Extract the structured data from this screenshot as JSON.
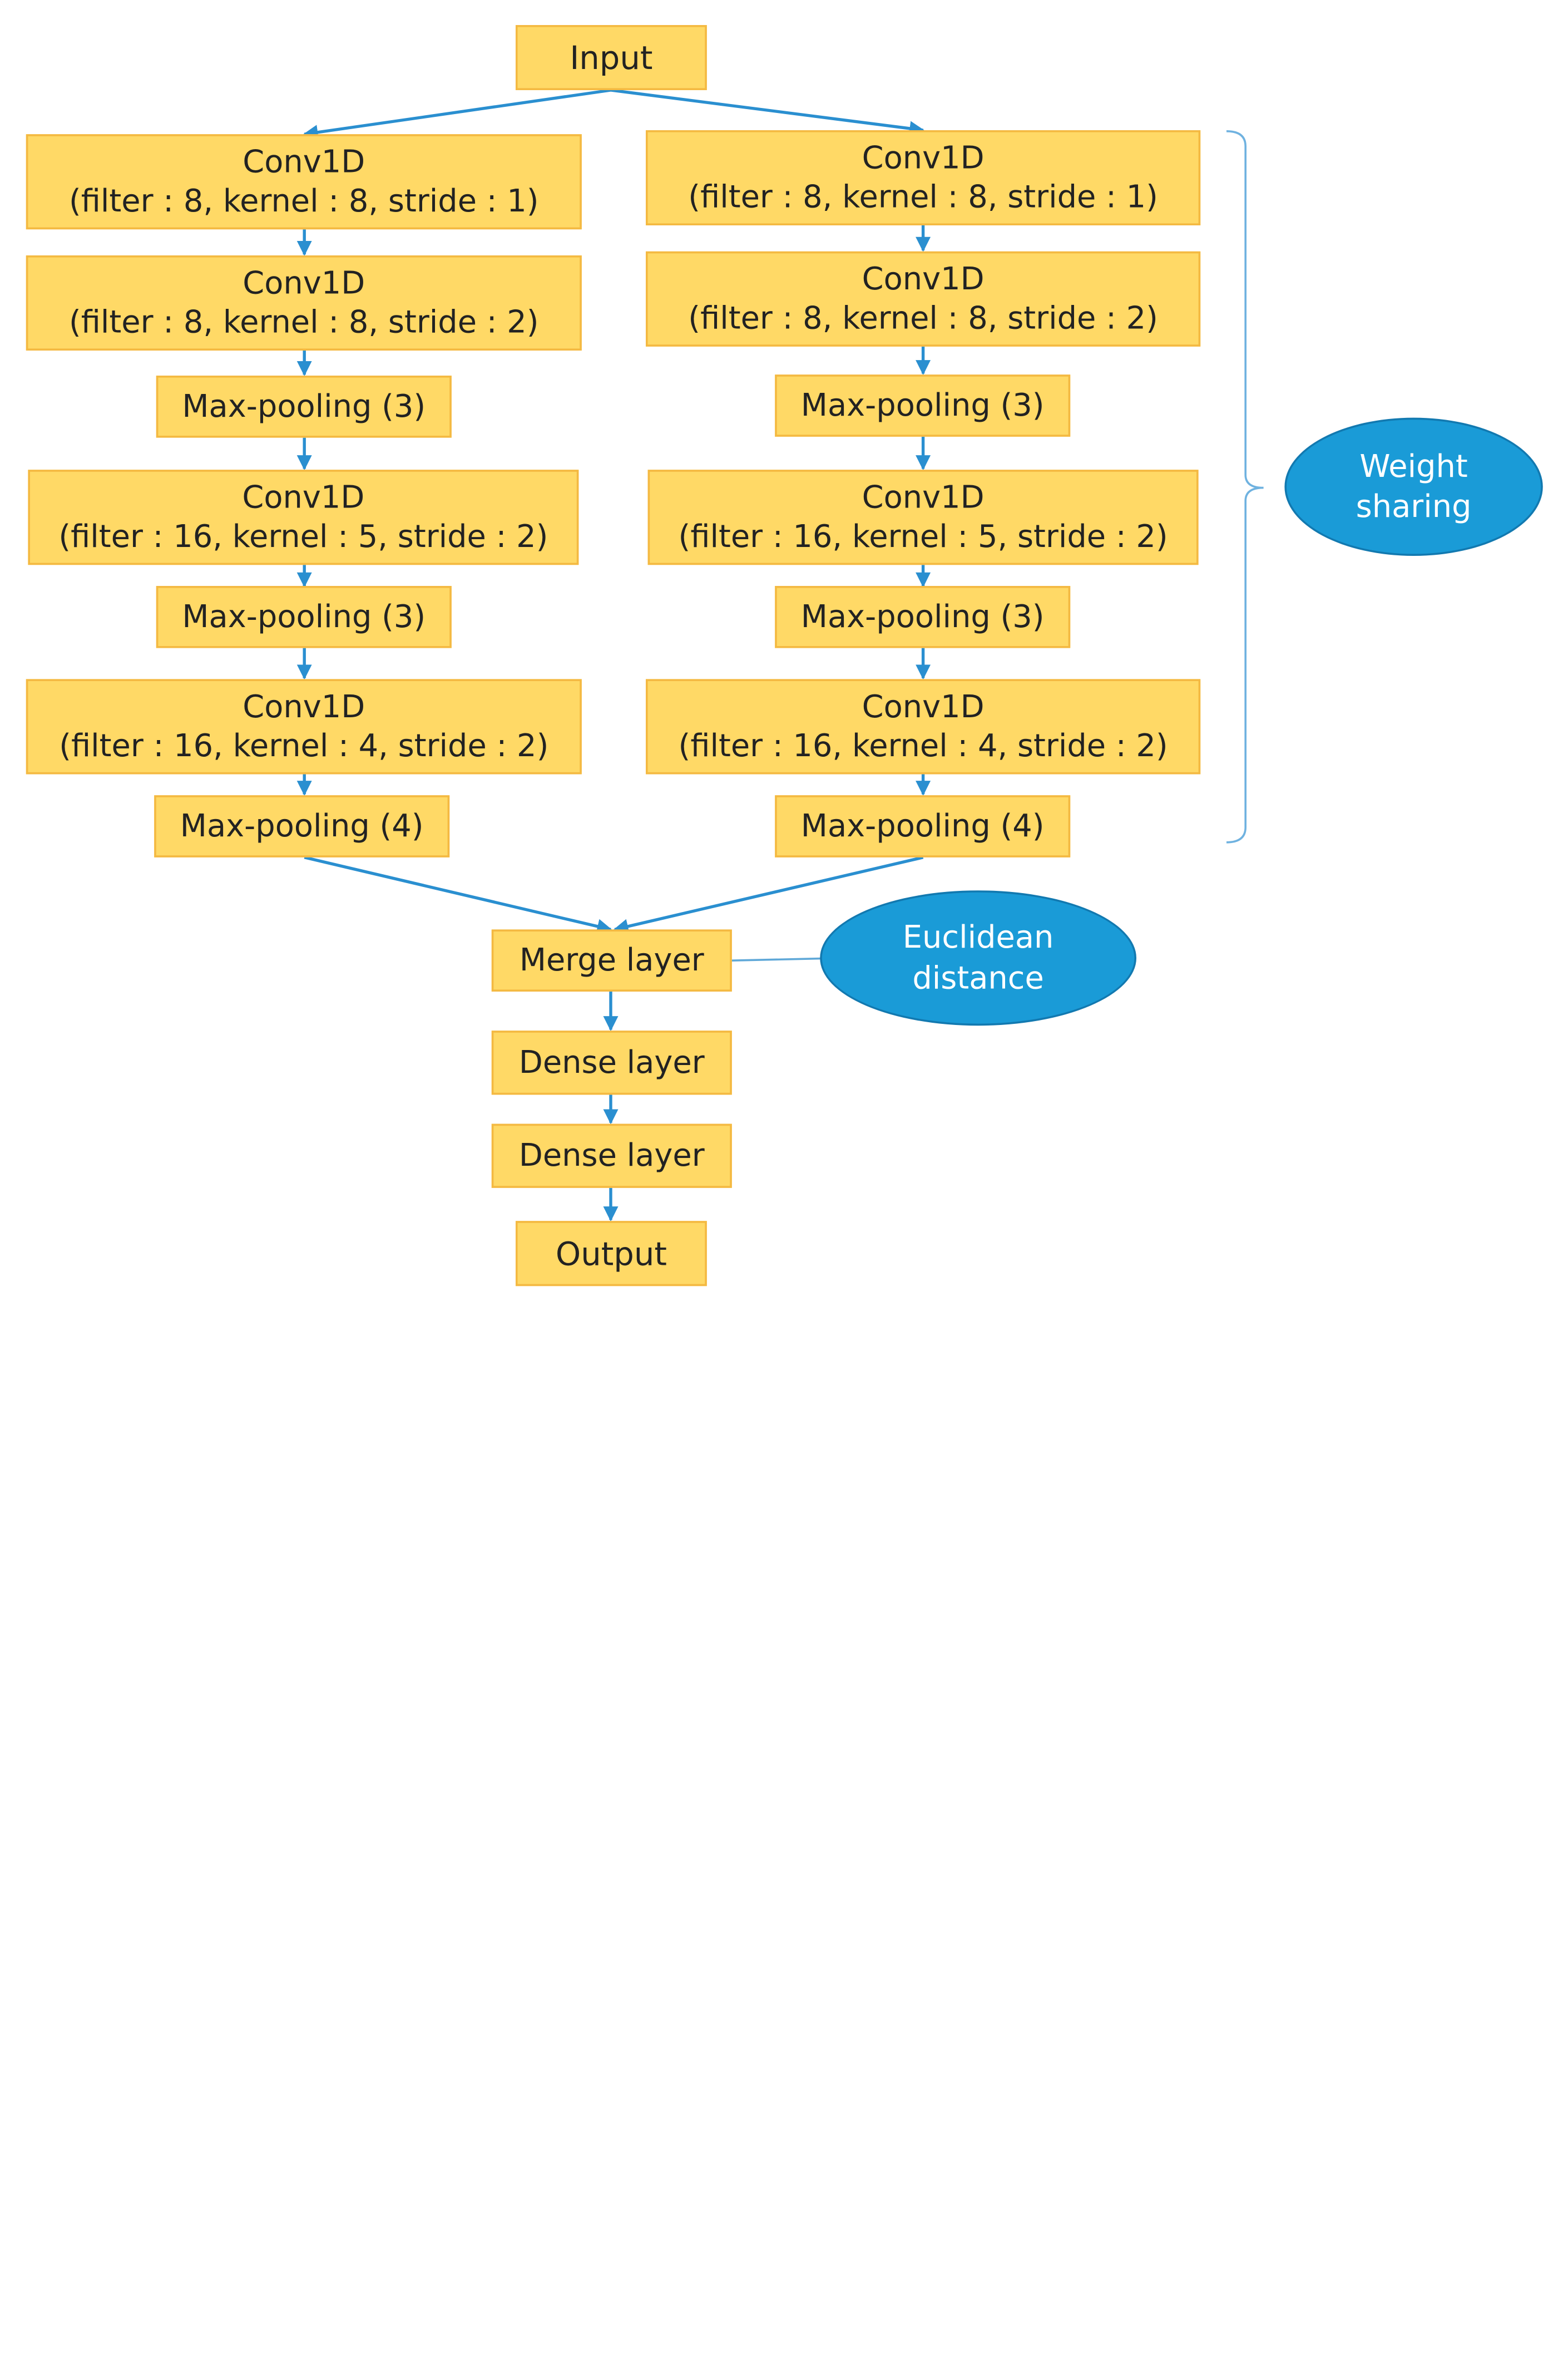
{
  "input": "Input",
  "output": "Output",
  "merge": "Merge layer",
  "dense": [
    "Dense layer",
    "Dense layer"
  ],
  "branches": [
    {
      "conv": [
        {
          "title": "Conv1D",
          "params": "(filter : 8, kernel : 8, stride : 1)"
        },
        {
          "title": "Conv1D",
          "params": "(filter : 8, kernel : 8, stride : 2)"
        },
        {
          "title": "Conv1D",
          "params": "(filter : 16, kernel : 5, stride : 2)"
        },
        {
          "title": "Conv1D",
          "params": "(filter : 16, kernel : 4, stride : 2)"
        }
      ],
      "pool": [
        "Max-pooling (3)",
        "Max-pooling (3)",
        "Max-pooling (4)"
      ]
    },
    {
      "conv": [
        {
          "title": "Conv1D",
          "params": "(filter : 8, kernel : 8, stride : 1)"
        },
        {
          "title": "Conv1D",
          "params": "(filter : 8, kernel : 8, stride : 2)"
        },
        {
          "title": "Conv1D",
          "params": "(filter : 16, kernel : 5, stride : 2)"
        },
        {
          "title": "Conv1D",
          "params": "(filter : 16, kernel : 4, stride : 2)"
        }
      ],
      "pool": [
        "Max-pooling (3)",
        "Max-pooling (3)",
        "Max-pooling (4)"
      ]
    }
  ],
  "annotations": {
    "weight_sharing": [
      "Weight",
      "sharing"
    ],
    "euclidean": [
      "Euclidean",
      "distance"
    ]
  },
  "colors": {
    "box_fill": "#FFD966",
    "box_border": "#F4B942",
    "ellipse_fill": "#1A9BD7",
    "arrow": "#2A8FD0"
  }
}
